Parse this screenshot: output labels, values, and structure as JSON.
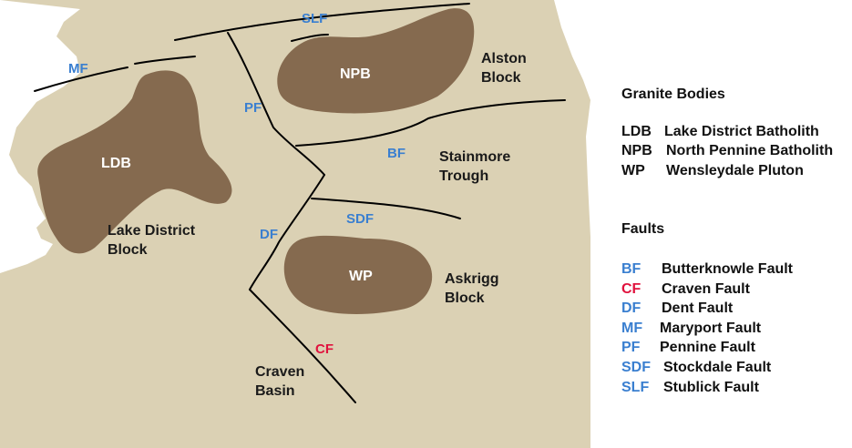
{
  "colors": {
    "land": "#dbd1b4",
    "sea": "#ffffff",
    "granite": "#856a4f",
    "fault_line": "#000000",
    "fault_label": "#3a7fd0",
    "fault_label_alt": "#e0123d",
    "region_text": "#1a1a1a",
    "body_text": "#ffffff"
  },
  "regions": {
    "alston": "Alston\nBlock",
    "stainmore": "Stainmore\nTrough",
    "lake_district": "Lake District\nBlock",
    "askrigg": "Askrigg\nBlock",
    "craven_basin": "Craven\nBasin"
  },
  "bodies": {
    "ldb": "LDB",
    "npb": "NPB",
    "wp": "WP"
  },
  "faults": {
    "slf": "SLF",
    "mf": "MF",
    "pf": "PF",
    "bf": "BF",
    "df": "DF",
    "sdf": "SDF",
    "cf": "CF"
  },
  "legend": {
    "granite_title": "Granite Bodies",
    "granite_items": [
      {
        "abbr": "LDB",
        "name": "Lake District Batholith"
      },
      {
        "abbr": "NPB",
        "name": "North Pennine Batholith"
      },
      {
        "abbr": "WP",
        "name": "Wensleydale Pluton"
      }
    ],
    "faults_title": "Faults",
    "fault_items": [
      {
        "abbr": "BF",
        "name": "Butterknowle Fault",
        "color": "#3a7fd0"
      },
      {
        "abbr": "CF",
        "name": "Craven Fault",
        "color": "#e0123d"
      },
      {
        "abbr": "DF",
        "name": "Dent Fault",
        "color": "#3a7fd0"
      },
      {
        "abbr": "MF",
        "name": "Maryport Fault",
        "color": "#3a7fd0"
      },
      {
        "abbr": "PF",
        "name": "Pennine Fault",
        "color": "#3a7fd0"
      },
      {
        "abbr": "SDF",
        "name": "Stockdale Fault",
        "color": "#3a7fd0"
      },
      {
        "abbr": "SLF",
        "name": "Stublick Fault",
        "color": "#3a7fd0"
      }
    ]
  }
}
